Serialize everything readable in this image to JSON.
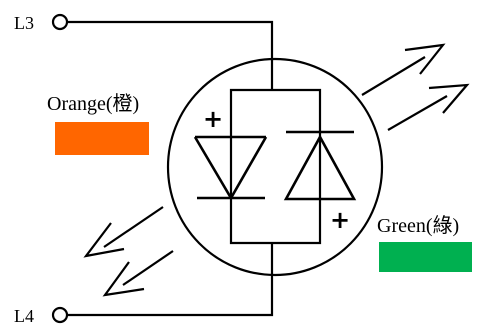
{
  "terminals": {
    "top": "L3",
    "bottom": "L4"
  },
  "leds": {
    "orange": {
      "label": "Orange(橙)",
      "color": "#ff6600"
    },
    "green": {
      "label": "Green(綠)",
      "color": "#00b050"
    }
  },
  "polarity": {
    "left": "+",
    "right": "+"
  },
  "colors": {
    "line": "#000000",
    "background": "#ffffff"
  }
}
